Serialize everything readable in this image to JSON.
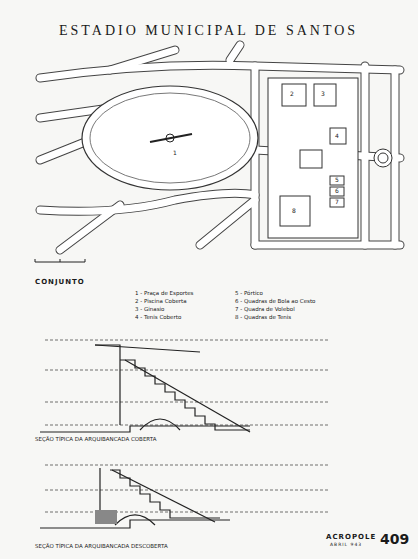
{
  "diagram": {
    "title": "ESTADIO MUNICIPAL DE SANTOS",
    "labels": [
      "1",
      "2",
      "3",
      "4",
      "5",
      "6",
      "7",
      "8",
      "CONJUNTO",
      "1 - Praça de Esportes",
      "2 - Piscina Coberta",
      "3 - Ginasio",
      "4 - Tenis Coberto",
      "5 - Pórtico",
      "6 - Quadras de Bola ao Cesto",
      "7 - Quadra de Volebol",
      "8 - Quadras de Tenis",
      "SEÇÃO TÍPICA DA ARQUIBANCADA COBERTA",
      "SEÇÃO TÍPICA DA ARQUIBANCADA DESCOBERTA",
      "ACROPOLE",
      "ABRIL 943",
      "409"
    ]
  }
}
